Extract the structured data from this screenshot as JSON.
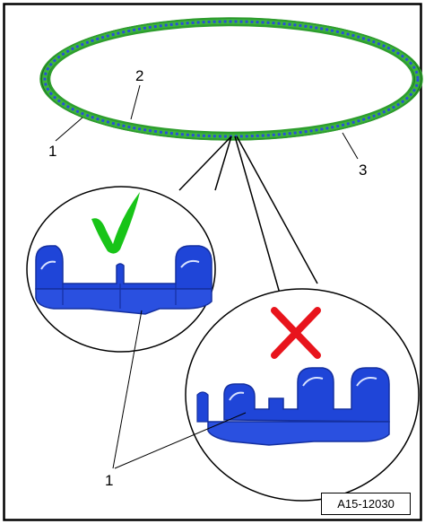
{
  "callouts": {
    "ring_left": "1",
    "ring_top": "2",
    "ring_right": "3",
    "bottom": "1"
  },
  "figure_code": "A15-12030",
  "colors": {
    "ring_outer": "#2e9e2e",
    "ring_links": "#2a4fd6",
    "clip_blue": "#1f45d8",
    "clip_dark": "#1530a0",
    "check": "#18c418",
    "cross": "#e8141c"
  },
  "icons": [
    "check-icon",
    "cross-icon"
  ]
}
